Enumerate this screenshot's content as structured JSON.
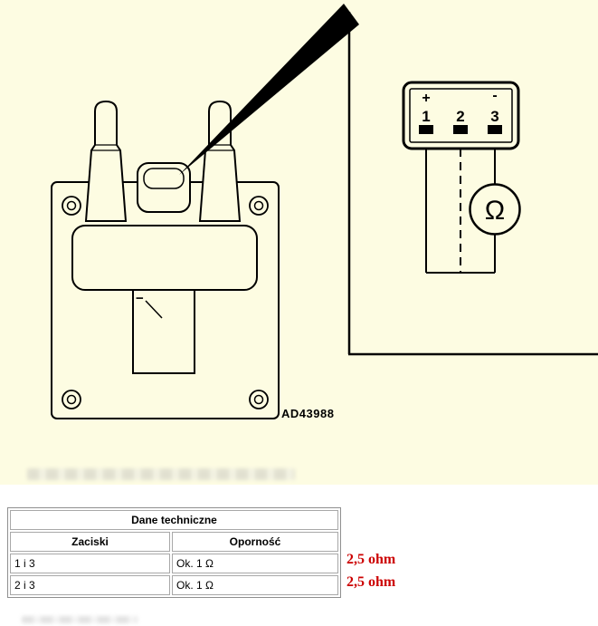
{
  "colors": {
    "diagram_background": "#fdfce2",
    "line_black": "#000000",
    "table_border_gray": "#a8a8a8",
    "note_red": "#cc0000"
  },
  "diagram": {
    "coil": {
      "part_number": "AD43988",
      "polarity_mark": "−"
    },
    "pinout": {
      "plus_label": "+",
      "minus_label": "-",
      "pins": [
        "1",
        "2",
        "3"
      ]
    },
    "ohmmeter": {
      "symbol": "Ω"
    }
  },
  "table": {
    "title": "Dane techniczne",
    "columns": [
      "Zaciski",
      "Oporność"
    ],
    "rows": [
      {
        "zaciski": "1 i 3",
        "opornosc": "Ok. 1 Ω"
      },
      {
        "zaciski": "2 i 3",
        "opornosc": "Ok. 1 Ω"
      }
    ]
  },
  "annotations": {
    "row1_note": "2,5 ohm",
    "row2_note": "2,5 ohm"
  }
}
